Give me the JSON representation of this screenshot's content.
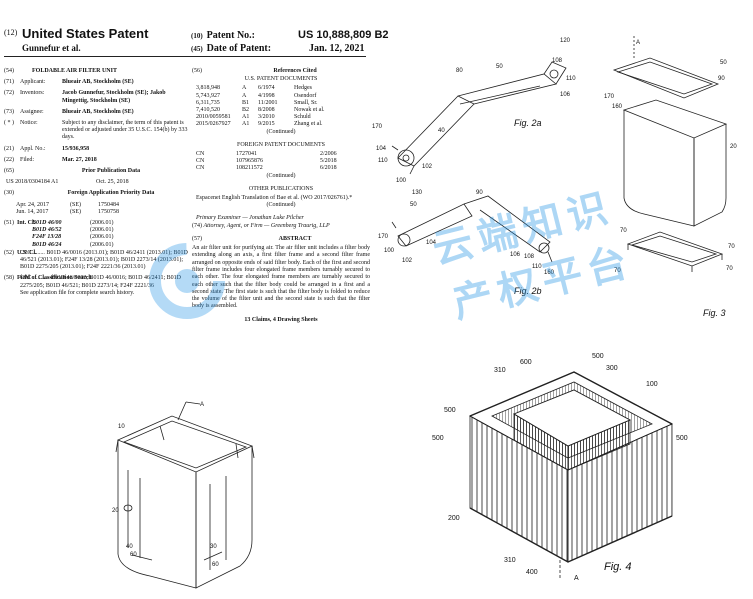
{
  "header": {
    "num12": "(12)",
    "title": "United States Patent",
    "inventor": "Gunnefur et al.",
    "num10": "(10)",
    "patent_no_label": "Patent No.:",
    "patent_no": "US 10,888,809 B2",
    "num45": "(45)",
    "date_label": "Date of Patent:",
    "date": "Jan. 12, 2021"
  },
  "left_fields": [
    {
      "num": "(54)",
      "label": "",
      "value": "FOLDABLE AIR FILTER UNIT"
    },
    {
      "num": "(71)",
      "label": "Applicant:",
      "value": "Blueair AB, Stockholm (SE)"
    },
    {
      "num": "(72)",
      "label": "Inventors:",
      "value": "Jacob Gunnefur, Stockholm (SE); Jakob Mingettig, Stockholm (SE)"
    },
    {
      "num": "(73)",
      "label": "Assignee:",
      "value": "Blueair AB, Stockholm (SE)"
    },
    {
      "num": "( * )",
      "label": "Notice:",
      "value": "Subject to any disclaimer, the term of this patent is extended or adjusted under 35 U.S.C. 154(b) by 333 days."
    },
    {
      "num": "(21)",
      "label": "Appl. No.:",
      "value": "15/936,958"
    },
    {
      "num": "(22)",
      "label": "Filed:",
      "value": "Mar. 27, 2018"
    }
  ],
  "prior_pub": {
    "num": "(65)",
    "heading": "Prior Publication Data",
    "row": [
      "US 2018/0304184 A1",
      "Oct. 25, 2018"
    ]
  },
  "foreign_priority": {
    "num": "(30)",
    "heading": "Foreign Application Priority Data",
    "rows": [
      [
        "Apr. 24, 2017",
        "(SE)",
        "1750484"
      ],
      [
        "Jun. 14, 2017",
        "(SE)",
        "1750758"
      ]
    ]
  },
  "int_cl": {
    "num": "(51)",
    "heading": "Int. Cl.",
    "rows": [
      [
        "B01D 46/00",
        "(2006.01)"
      ],
      [
        "B01D 46/52",
        "(2006.01)"
      ],
      [
        "F24F 13/28",
        "(2006.01)"
      ],
      [
        "B01D 46/24",
        "(2006.01)"
      ]
    ]
  },
  "us_cl": {
    "num": "(52)",
    "heading": "U.S. Cl.",
    "cpc_label": "CPC",
    "cpc_text": "B01D 46/0016 (2013.01); B01D 46/2411 (2013.01); B01D 46/521 (2013.01); F24F 13/28 (2013.01); B01D 2273/14 (2013.01); B01D 2275/205 (2013.01); F24F 2221/36 (2013.01)"
  },
  "field_search": {
    "num": "(58)",
    "heading": "Field of Classification Search",
    "cpc_label": "CPC",
    "cpc_text": "B01D 46/0002; B01D 46/0016; B01D 46/2411; B01D 2275/205; B01D 46/521; B01D 2273/14; F24F 2221/36",
    "note": "See application file for complete search history."
  },
  "references": {
    "num": "(56)",
    "heading": "References Cited",
    "us_heading": "U.S. PATENT DOCUMENTS",
    "us_rows": [
      [
        "3,818,948",
        "A",
        "6/1974",
        "Hedges"
      ],
      [
        "5,743,927",
        "A",
        "4/1998",
        "Osendorf"
      ],
      [
        "6,311,735",
        "B1",
        "11/2001",
        "Small, Sr."
      ],
      [
        "7,410,520",
        "B2",
        "8/2008",
        "Nowak et al."
      ],
      [
        "2010/0059581",
        "A1",
        "3/2010",
        "Schuld"
      ],
      [
        "2015/0267927",
        "A1",
        "9/2015",
        "Zhang et al."
      ]
    ],
    "continued": "(Continued)",
    "foreign_heading": "FOREIGN PATENT DOCUMENTS",
    "foreign_rows": [
      [
        "CN",
        "1727041",
        "",
        "2/2006"
      ],
      [
        "CN",
        "107965876",
        "",
        "5/2018"
      ],
      [
        "CN",
        "108211572",
        "",
        "6/2018"
      ]
    ],
    "other_heading": "OTHER PUBLICATIONS",
    "other_text": "Espacenet English Translation of Bae et al. (WO 2017/026761).*"
  },
  "examiner": {
    "primary": "Primary Examiner — Jonathan Luke Pilcher",
    "attorney_num": "(74)",
    "attorney": "Attorney, Agent, or Firm — Greenberg Traurig, LLP"
  },
  "abstract": {
    "num": "(57)",
    "heading": "ABSTRACT",
    "text": "An air filter unit for purifying air. The air filter unit includes a filter body extending along an axis, a first filter frame and a second filter frame arranged on opposite ends of said filter body. Each of the first and second filter frame includes four elongated frame members turnably secured to each other. The four elongated frame members are turnably secured to each other such that the filter body could be arranged in a first and a second state. The first state is such that the filter body is folded to reduce the volume of the filter unit and the second state is such that the filter body is assembled."
  },
  "claims": "13 Claims, 4 Drawing Sheets",
  "figures": {
    "fig2a": "Fig. 2a",
    "fig2b": "Fig. 2b",
    "fig3": "Fig. 3",
    "fig4": "Fig. 4",
    "ref_labels": {
      "r10": "10",
      "r20": "20",
      "r30": "30",
      "r40": "40",
      "r50": "50",
      "r60": "60",
      "r70": "70",
      "r80": "80",
      "r90": "90",
      "r100": "100",
      "r102": "102",
      "r104": "104",
      "r106": "106",
      "r108": "108",
      "r110": "110",
      "r120": "120",
      "r130": "130",
      "r160": "160",
      "r170": "170",
      "r200": "200",
      "r300": "300",
      "r310": "310",
      "r400": "400",
      "r500": "500",
      "r600": "600",
      "rA": "A"
    }
  },
  "watermark": {
    "line1": "云端知识",
    "line2": "产权平台"
  }
}
